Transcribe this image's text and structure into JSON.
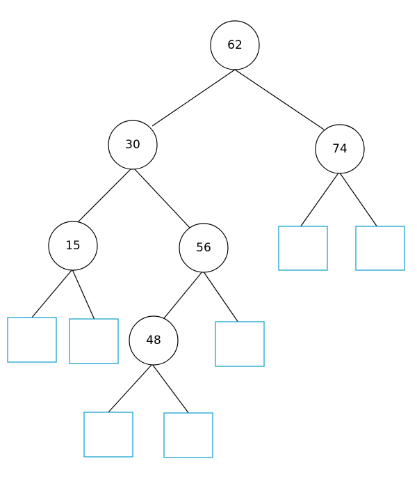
{
  "nodes": {
    "n62": {
      "value": "62"
    },
    "n30": {
      "value": "30"
    },
    "n74": {
      "value": "74"
    },
    "n15": {
      "value": "15"
    },
    "n56": {
      "value": "56"
    },
    "n48": {
      "value": "48"
    }
  },
  "edges": [
    [
      "n62",
      "n30"
    ],
    [
      "n62",
      "n74"
    ],
    [
      "n30",
      "n15"
    ],
    [
      "n30",
      "n56"
    ],
    [
      "n74",
      "leaf-74-left"
    ],
    [
      "n74",
      "leaf-74-right"
    ],
    [
      "n15",
      "leaf-15-left"
    ],
    [
      "n15",
      "leaf-15-right"
    ],
    [
      "n56",
      "n48"
    ],
    [
      "n56",
      "leaf-56-right"
    ],
    [
      "n48",
      "leaf-48-left"
    ],
    [
      "n48",
      "leaf-48-right"
    ]
  ],
  "colors": {
    "edge": "#000000",
    "node_border": "#000000",
    "leaf_border": "#1aa3cf"
  }
}
